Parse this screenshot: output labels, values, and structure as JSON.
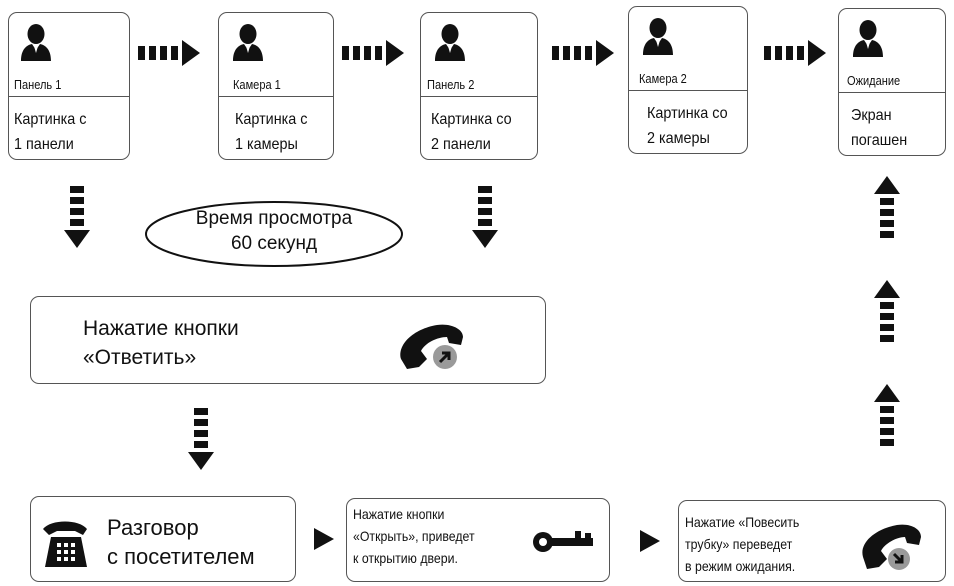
{
  "cards": [
    {
      "title": "Панель 1",
      "body": "Картинка с\n1 панели"
    },
    {
      "title": "Камера 1",
      "body": "Картинка с\n1 камеры"
    },
    {
      "title": "Панель 2",
      "body": "Картинка со\n2 панели"
    },
    {
      "title": "Камера 2",
      "body": "Картинка со\n2 камеры"
    },
    {
      "title": "Ожидание",
      "body": "Экран\nпогашен"
    }
  ],
  "viewing_time": "Время просмотра\n60 секунд",
  "answer_box": {
    "text": "Нажатие кнопки\n«Ответить»",
    "icon": "handset-answer-icon"
  },
  "talk_box": {
    "text": "Разговор\nс посетителем",
    "icon": "telephone-icon"
  },
  "open_box": {
    "text": "Нажатие кнопки\n«Открыть», приведет\nк открытию двери.",
    "icon": "key-icon"
  },
  "hangup_box": {
    "text": "Нажатие «Повесить\nтрубку» переведет\nв режим ожидания.",
    "icon": "handset-hangup-icon"
  },
  "colors": {
    "line": "#555555",
    "fill": "#111111",
    "badge": "#9a9a9a"
  }
}
